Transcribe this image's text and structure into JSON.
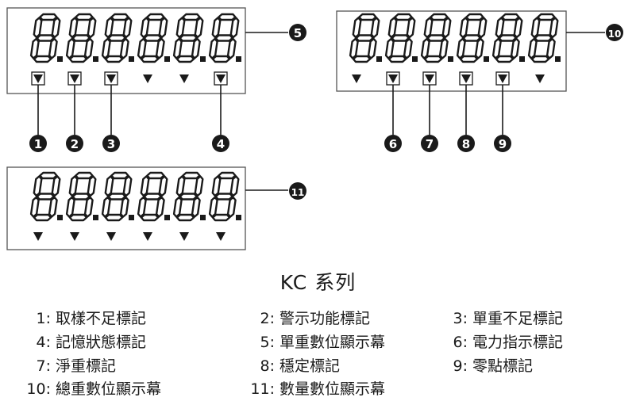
{
  "title": "KC 系列",
  "panels": [
    {
      "id": "A",
      "callout": "5",
      "marker_callouts": [
        "1",
        "2",
        "3",
        "",
        "",
        "4"
      ]
    },
    {
      "id": "B",
      "callout": "10",
      "marker_callouts": [
        "",
        "6",
        "7",
        "8",
        "9",
        ""
      ]
    },
    {
      "id": "C",
      "callout": "11",
      "marker_callouts": [
        "",
        "",
        "",
        "",
        "",
        ""
      ]
    }
  ],
  "legend": [
    {
      "num": "1:",
      "text": "取樣不足標記"
    },
    {
      "num": "2:",
      "text": "警示功能標記"
    },
    {
      "num": "3:",
      "text": "單重不足標記"
    },
    {
      "num": "4:",
      "text": "記憶狀態標記"
    },
    {
      "num": "5:",
      "text": "單重數位顯示幕"
    },
    {
      "num": "6:",
      "text": "電力指示標記"
    },
    {
      "num": "7:",
      "text": "淨重標記"
    },
    {
      "num": "8:",
      "text": "穩定標記"
    },
    {
      "num": "9:",
      "text": "零點標記"
    },
    {
      "num": "10:",
      "text": "總重數位顯示幕"
    },
    {
      "num": "11:",
      "text": "數量數位顯示幕"
    }
  ],
  "colors": {
    "ink": "#1a1a1a",
    "outline": "#555555"
  },
  "icons": {
    "digit": "seven-segment-digit",
    "marker": "triangle-down-icon",
    "callout": "numbered-circle-icon"
  }
}
